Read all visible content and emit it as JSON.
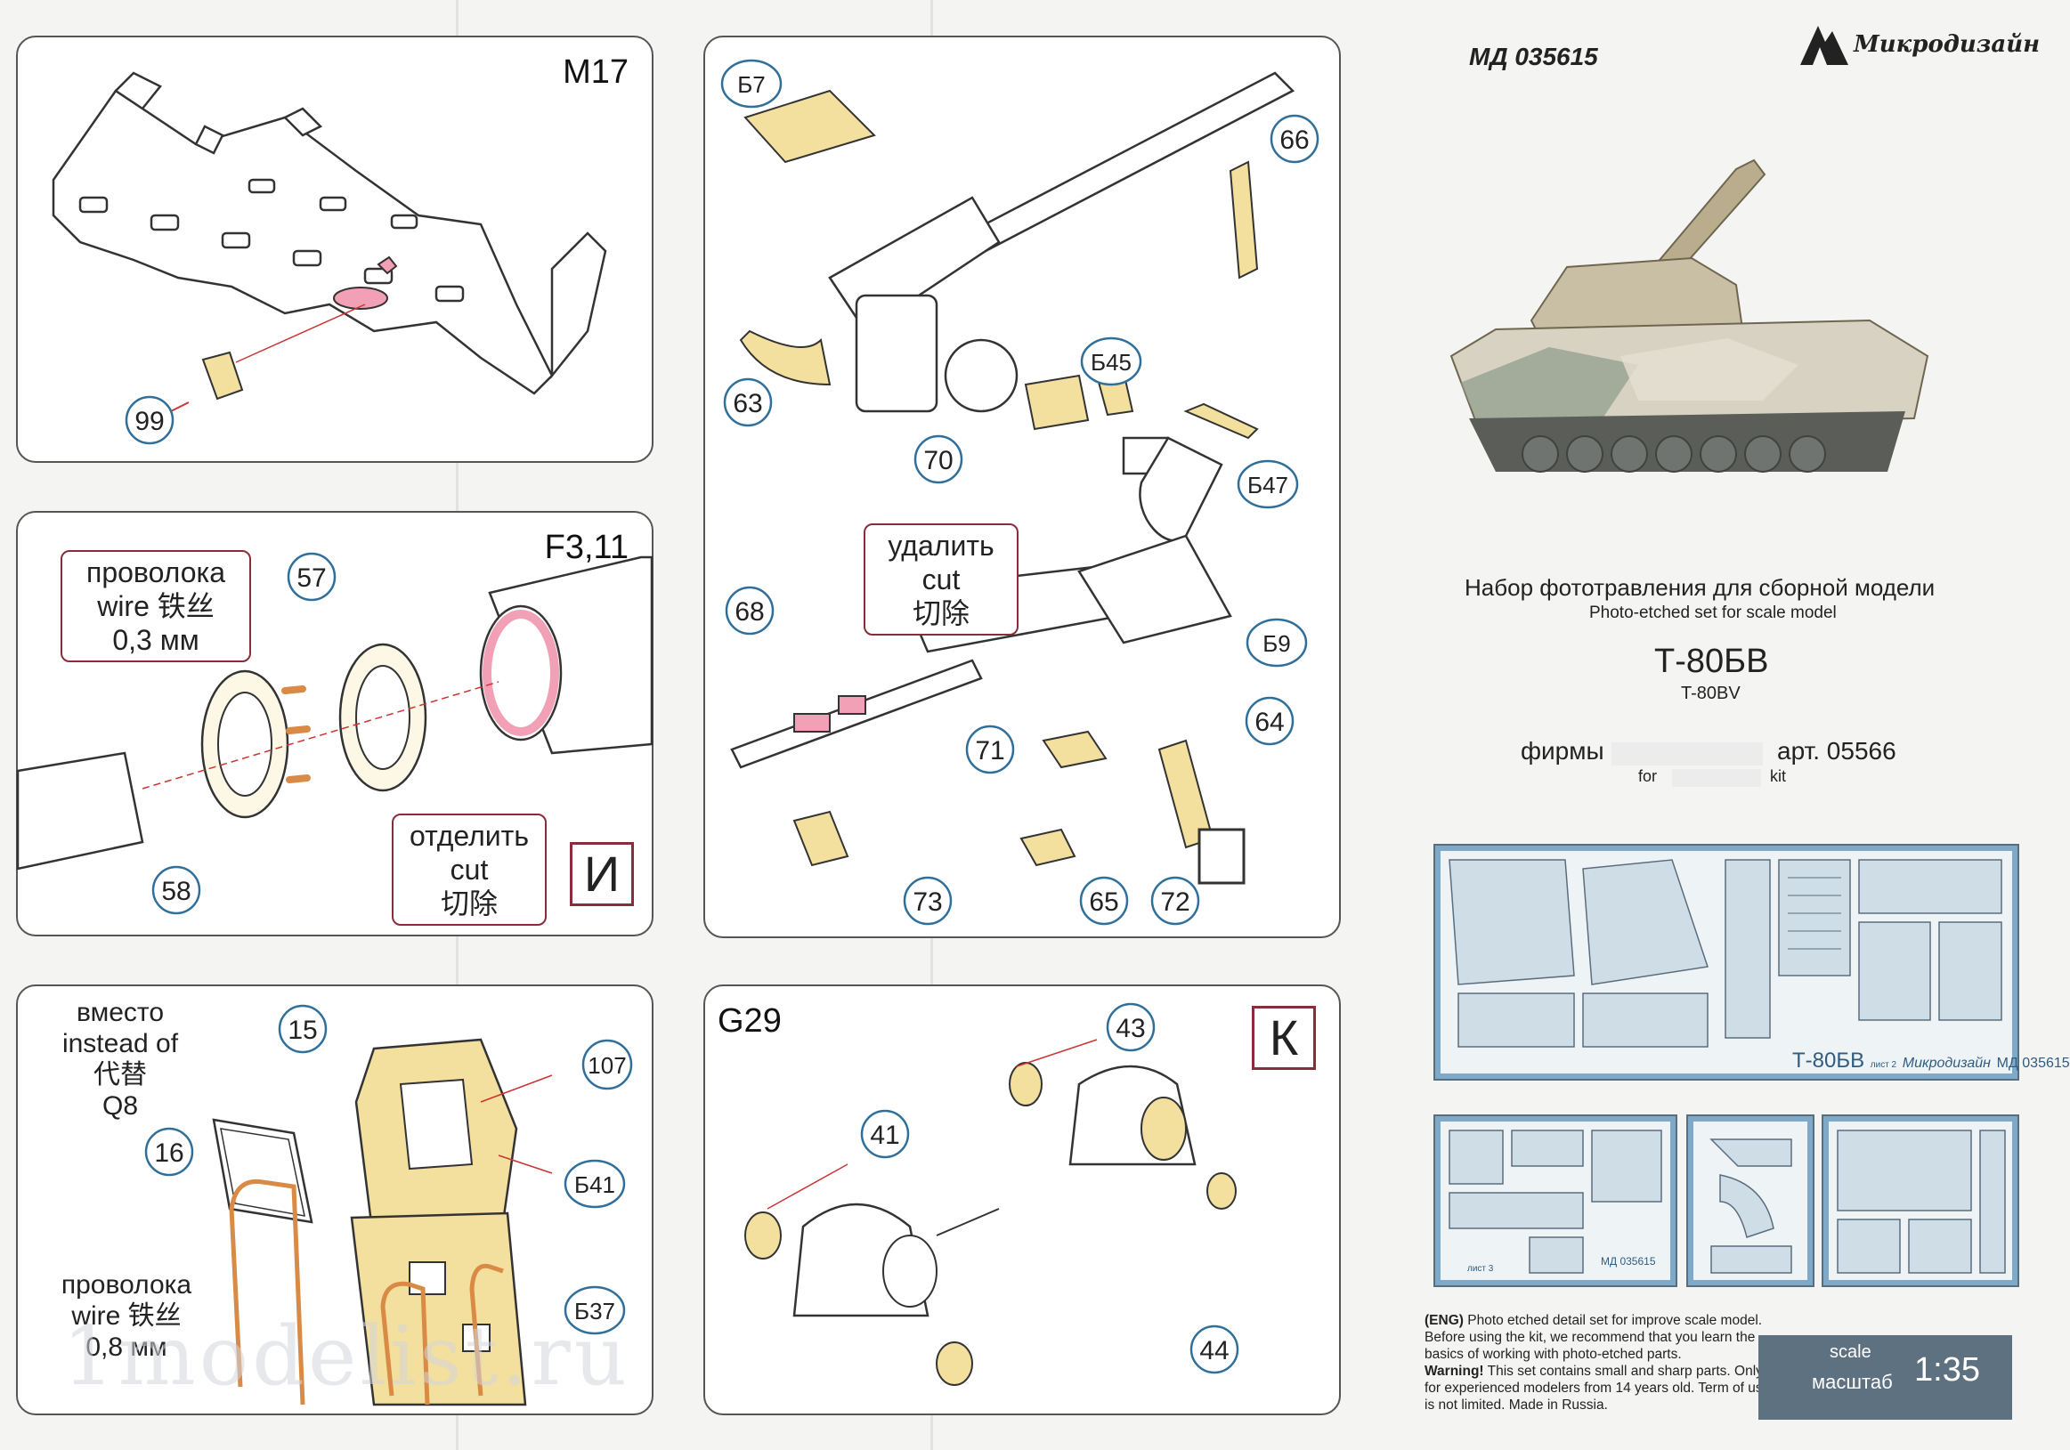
{
  "leaflet": {
    "panels": {
      "m17": {
        "title": "M17",
        "parts": [
          "99"
        ]
      },
      "f311": {
        "title": "F3,11",
        "parts": [
          "57",
          "58"
        ],
        "wire_note": [
          "проволока",
          "wire 铁丝",
          "0,3 мм"
        ],
        "cut_note": [
          "отделить",
          "cut",
          "切除"
        ],
        "step": "И"
      },
      "q8": {
        "instead_note": [
          "вместо",
          "instead of",
          "代替",
          "Q8"
        ],
        "parts": [
          "15",
          "16",
          "107",
          "Б41",
          "Б37"
        ],
        "wire_note": [
          "проволока",
          "wire 铁丝",
          "0,8 мм"
        ]
      },
      "gun": {
        "parts": [
          "Б7",
          "66",
          "63",
          "Б45",
          "70",
          "Б47",
          "68",
          "Б9",
          "71",
          "64",
          "73",
          "65",
          "72"
        ],
        "remove_note": [
          "удалить",
          "cut",
          "切除"
        ]
      },
      "g29": {
        "title": "G29",
        "parts": [
          "43",
          "41",
          "44"
        ],
        "step": "К"
      }
    },
    "cover": {
      "product_code": "МД 035615",
      "brand": "Микродизайн",
      "title_ru": "Набор фототравления для сборной модели",
      "title_en": "Photo-etched set for scale model",
      "model_ru": "Т-80БВ",
      "model_en": "T-80BV",
      "firm_label": "фирмы",
      "article": "арт. 05566",
      "for_label": "for",
      "kit_label": "kit",
      "fret_marking": "Т-80БВ",
      "fret_code": "МД 035615",
      "fret_sheet2": "лист 2",
      "fret_sheet3": "лист 3",
      "fret_small_code": "МД 035615",
      "eng_p1_lead": "(ENG)",
      "eng_p1": "Photo etched detail set for improve scale model. Before using the kit, we recommend that you learn the basics of working with photo-etched parts.",
      "eng_p2_lead": "Warning!",
      "eng_p2": "This set contains small and sharp parts. Only for experienced modelers from 14 years old. Term of use is not limited. Made in Russia.",
      "scale_en": "scale",
      "scale_ru": "масштаб",
      "scale_value": "1:35"
    },
    "watermark": "1modelist.ru"
  },
  "colors": {
    "accent": "#8a2c3c",
    "part_brass": "#f3df9e",
    "part_pink": "#f2a0b6",
    "wire_copper": "#d98a45",
    "label_blue": "#2f6f9a",
    "fret_blue": "#7ea9c8"
  }
}
